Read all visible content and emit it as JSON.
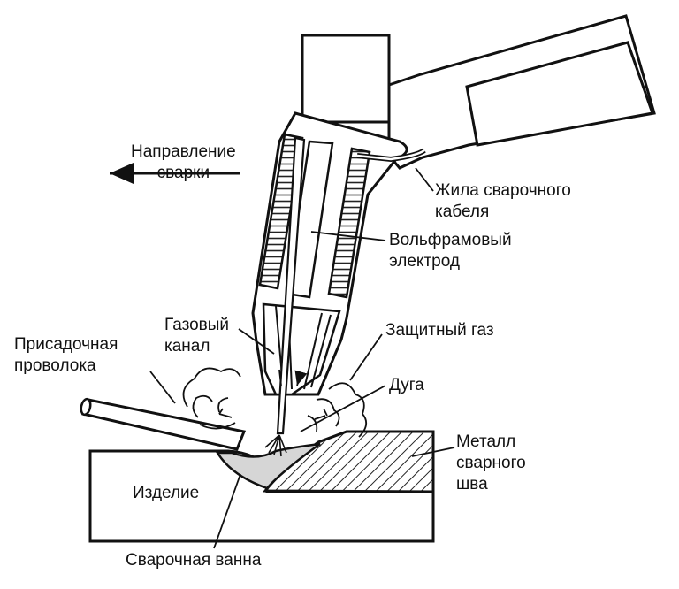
{
  "labels": {
    "direction": [
      "Направление",
      "сварки"
    ],
    "cable_core": [
      "Жила сварочного",
      "кабеля"
    ],
    "tungsten_electrode": [
      "Вольфрамовый",
      "электрод"
    ],
    "gas_channel": [
      "Газовый",
      "канал"
    ],
    "shielding_gas": "Защитный газ",
    "filler_wire": [
      "Присадочная",
      "проволока"
    ],
    "arc": "Дуга",
    "weld_metal": [
      "Металл",
      "сварного",
      "шва"
    ],
    "workpiece": "Изделие",
    "weld_pool": "Сварочная ванна"
  }
}
